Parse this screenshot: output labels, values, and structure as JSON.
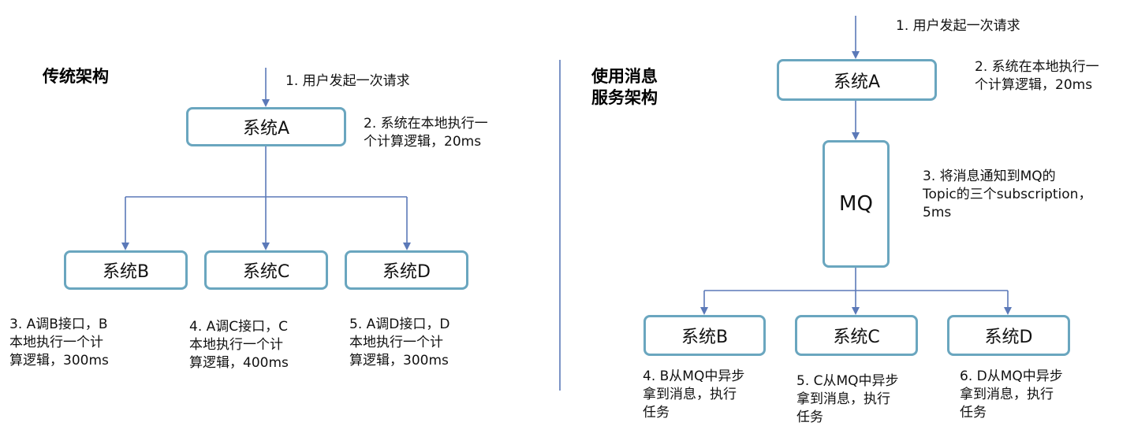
{
  "colors": {
    "connector": "#5b79b8",
    "box_border": "#6aa6bf",
    "divider": "#5b79b8"
  },
  "left": {
    "heading": "传统架构",
    "nodes": {
      "a": "系统A",
      "b": "系统B",
      "c": "系统C",
      "d": "系统D"
    },
    "steps": {
      "s1": "1. 用户发起一次请求",
      "s2": [
        "2. 系统在本地执行一",
        "个计算逻辑，20ms"
      ],
      "s3": [
        "3. A调B接口，B",
        "本地执行一个计",
        "算逻辑，300ms"
      ],
      "s4": [
        "4. A调C接口，C",
        "本地执行一个计",
        "算逻辑，400ms"
      ],
      "s5": [
        "5. A调D接口，D",
        "本地执行一个计",
        "算逻辑，300ms"
      ]
    }
  },
  "right": {
    "heading": [
      "使用消息",
      "服务架构"
    ],
    "nodes": {
      "a": "系统A",
      "mq": "MQ",
      "b": "系统B",
      "c": "系统C",
      "d": "系统D"
    },
    "steps": {
      "s1": "1. 用户发起一次请求",
      "s2": [
        "2. 系统在本地执行一",
        "个计算逻辑，20ms"
      ],
      "s3": [
        "3. 将消息通知到MQ的",
        "Topic的三个subscription，",
        "5ms"
      ],
      "s4": [
        "4. B从MQ中异步",
        "拿到消息，执行",
        "任务"
      ],
      "s5": [
        "5. C从MQ中异步",
        "拿到消息，执行",
        "任务"
      ],
      "s6": [
        "6. D从MQ中异步",
        "拿到消息，执行",
        "任务"
      ]
    }
  }
}
